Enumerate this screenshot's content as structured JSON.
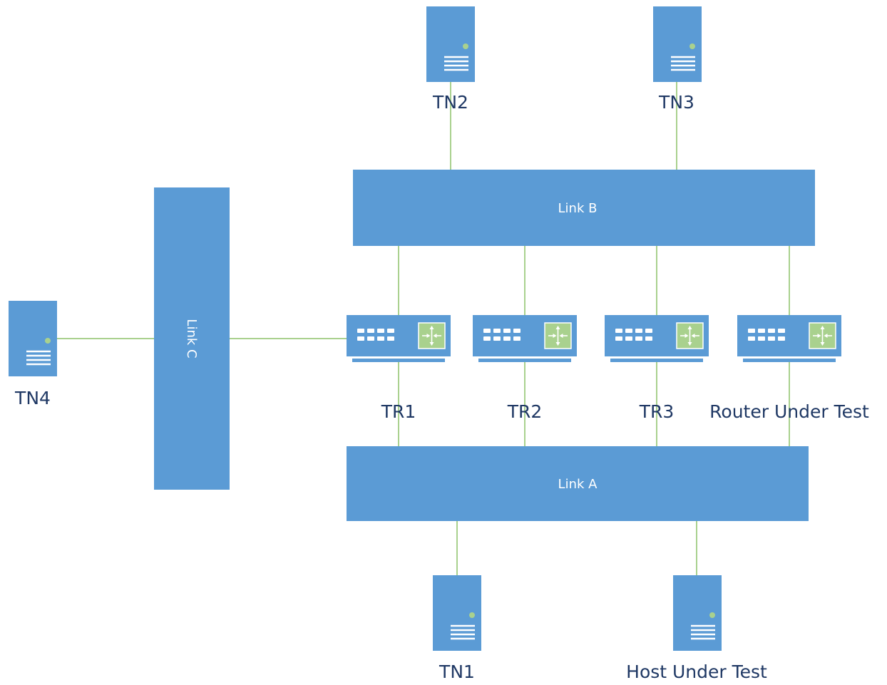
{
  "links": {
    "link_a": "Link A",
    "link_b": "Link B",
    "link_c": "Link C"
  },
  "nodes": {
    "tn1": "TN1",
    "tn2": "TN2",
    "tn3": "TN3",
    "tn4": "TN4",
    "host_under_test": "Host Under Test"
  },
  "routers": {
    "tr1": "TR1",
    "tr2": "TR2",
    "tr3": "TR3",
    "router_under_test": "Router Under Test"
  },
  "colors": {
    "box_fill": "#5b9bd5",
    "connector": "#a9d18e",
    "label_text": "#1f3864",
    "link_text": "#ffffff"
  },
  "icons": {
    "server": "server-icon",
    "router": "router-icon"
  }
}
